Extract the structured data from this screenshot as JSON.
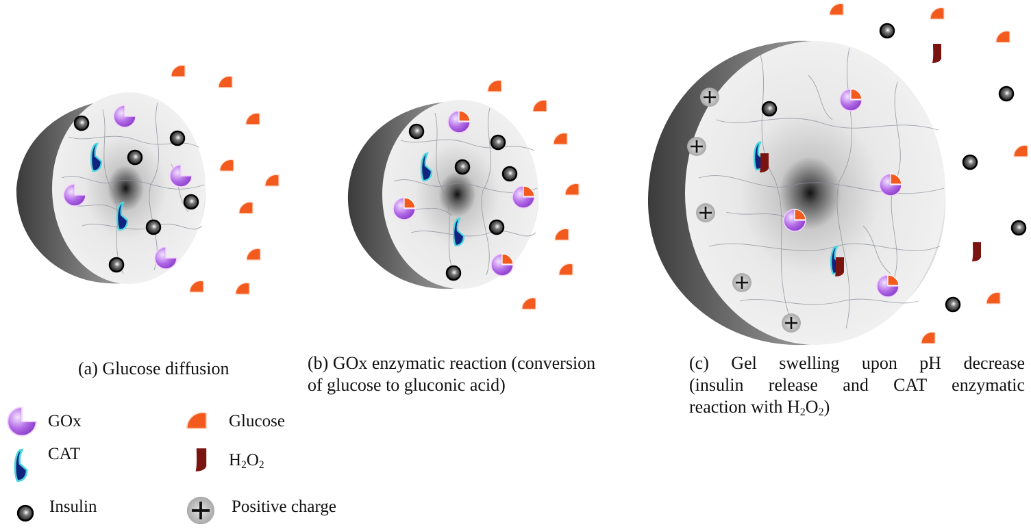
{
  "panels": [
    {
      "id": "a",
      "caption": "(a) Glucose diffusion"
    },
    {
      "id": "b",
      "caption_line1": "(b) GOx enzymatic reaction (conversion",
      "caption_line2": "of glucose to gluconic acid)"
    },
    {
      "id": "c",
      "caption_line1": "(c) Gel swelling upon pH decrease",
      "caption_line2_pre": "(insulin release and CAT enzymatic",
      "caption_line3_pre": "reaction with H",
      "caption_line3_sub1": "2",
      "caption_line3_mid": "O",
      "caption_line3_sub2": "2",
      "caption_line3_post": ")"
    }
  ],
  "legend": {
    "gox": "GOx",
    "cat": "CAT",
    "insulin": "Insulin",
    "glucose": "Glucose",
    "h2o2_pre": "H",
    "h2o2_sub1": "2",
    "h2o2_mid": "O",
    "h2o2_sub2": "2",
    "positive_charge": "Positive charge"
  },
  "colors": {
    "glucose": "#f25a1e",
    "gox": "#a14fd8",
    "cat": "#12237d",
    "cat_outline": "#48d6e0",
    "insulin": "#1a1a1a",
    "h2o2": "#7a1410",
    "gel": "#e6e6e6"
  }
}
